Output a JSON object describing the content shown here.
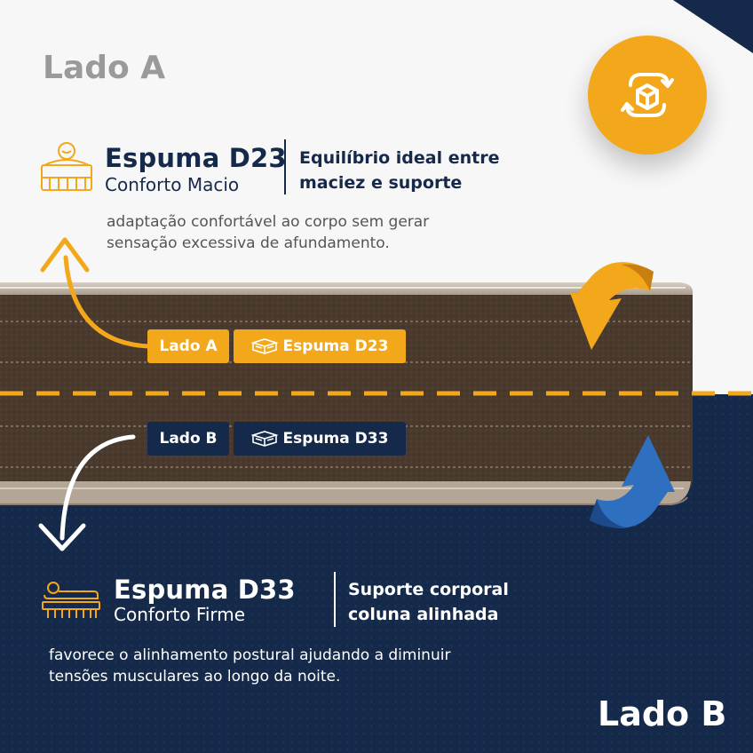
{
  "side_a": {
    "title": "Lado A",
    "foam_name": "Espuma D23",
    "comfort": "Conforto Macio",
    "feature_lines": [
      "Equilíbrio ideal entre",
      "maciez e suporte"
    ],
    "description_lines": [
      "adaptação confortável ao corpo sem gerar",
      "sensação excessiva de afundamento."
    ],
    "tag_side": "Lado A",
    "tag_foam": "Espuma D23"
  },
  "side_b": {
    "title": "Lado B",
    "foam_name": "Espuma D33",
    "comfort": "Conforto Firme",
    "feature_lines": [
      "Suporte corporal",
      "coluna alinhada"
    ],
    "description_lines": [
      "favorece o alinhamento postural ajudando a diminuir",
      "tensões musculares ao longo da noite."
    ],
    "tag_side": "Lado B",
    "tag_foam": "Espuma D33"
  },
  "icons": {
    "badge": "flip-mattress-icon",
    "side_a_layer": "soft-mattress-layer-icon",
    "side_b_layer": "firm-mattress-layer-icon",
    "flip_a": "curved-flip-arrow-orange",
    "flip_b": "curved-flip-arrow-blue"
  },
  "colors": {
    "accent_orange": "#f3a71b",
    "navy": "#152a4a",
    "blue_arrow": "#2f6fc0",
    "fabric_brown": "#4b3b2e",
    "gray_title": "#9a9a9a"
  }
}
